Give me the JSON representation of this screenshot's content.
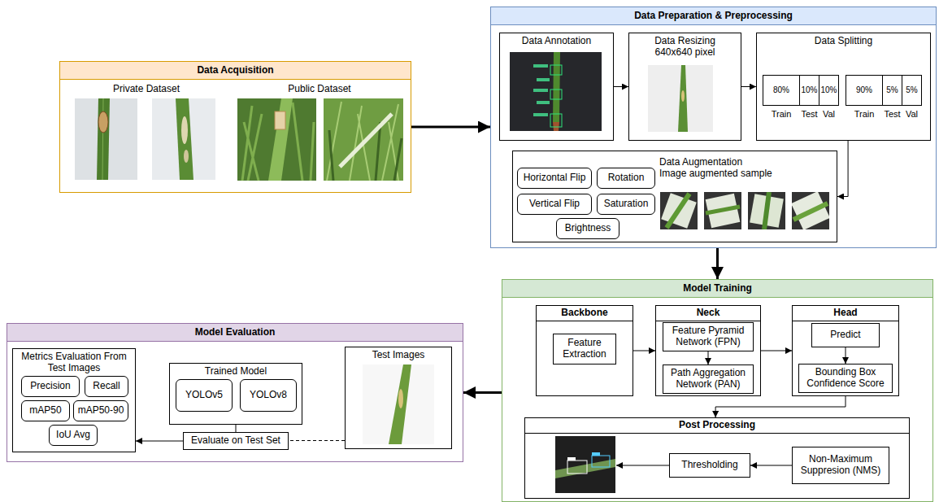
{
  "diagram": {
    "nodes": [
      {
        "text": [
          "Data Acquisition"
        ]
      },
      {
        "text": [
          "Data Preparation & Preprocessing"
        ]
      },
      {
        "text": [
          "Data Annotation"
        ],
        "in": 1
      },
      {
        "text": [
          "Data Resizing",
          "640x640 pixel"
        ],
        "in": 1
      },
      {
        "text": [
          "Data Splitting"
        ],
        "in": 1
      },
      {
        "text": [
          "80%"
        ],
        "in": 4
      },
      {
        "text": [
          "10%"
        ],
        "in": 4
      },
      {
        "text": [
          "10%"
        ],
        "in": 4
      },
      {
        "text": [
          "90%"
        ],
        "in": 4
      },
      {
        "text": [
          "5%"
        ],
        "in": 4
      },
      {
        "text": [
          "5%"
        ],
        "in": 4
      },
      {
        "text": [
          "Data Augmentation",
          "Image augmented sample"
        ],
        "in": 1
      },
      {
        "text": [
          "Horizontal Flip"
        ],
        "in": 11
      },
      {
        "text": [
          "Rotation"
        ],
        "in": 11
      },
      {
        "text": [
          "Vertical Flip"
        ],
        "in": 11
      },
      {
        "text": [
          "Saturation"
        ],
        "in": 11
      },
      {
        "text": [
          "Brightness"
        ],
        "in": 11
      },
      {
        "text": [
          "Model Training"
        ]
      },
      {
        "text": [
          "Backbone"
        ],
        "in": 17
      },
      {
        "text": [
          "Feature Extraction"
        ],
        "in": 18
      },
      {
        "text": [
          "Neck"
        ],
        "in": 17
      },
      {
        "text": [
          "Feature Pyramid Network (FPN)"
        ],
        "in": 20
      },
      {
        "text": [
          "Path Aggregation Network (PAN)"
        ],
        "in": 20
      },
      {
        "text": [
          "Head"
        ],
        "in": 17
      },
      {
        "text": [
          "Predict"
        ],
        "in": 23
      },
      {
        "text": [
          "Bounding Box Confidence Score"
        ],
        "in": 23
      },
      {
        "text": [
          "Post Processing"
        ],
        "in": 17
      },
      {
        "text": [
          "Thresholding"
        ],
        "in": 26
      },
      {
        "text": [
          "Non-Maximum Suppresion (NMS)"
        ],
        "in": 26
      },
      {
        "text": [
          "Model Evaluation"
        ]
      },
      {
        "text": [
          "Metrics Evaluation From Test Images"
        ],
        "in": 29
      },
      {
        "text": [
          "Precision"
        ],
        "in": 30
      },
      {
        "text": [
          "Recall"
        ],
        "in": 30
      },
      {
        "text": [
          "mAP50"
        ],
        "in": 30
      },
      {
        "text": [
          "mAP50-90"
        ],
        "in": 30
      },
      {
        "text": [
          "IoU Avg"
        ],
        "in": 30
      },
      {
        "text": [
          "Trained Model"
        ],
        "in": 29
      },
      {
        "text": [
          "YOLOv5"
        ],
        "in": 36
      },
      {
        "text": [
          "YOLOv8"
        ],
        "in": 36
      },
      {
        "text": [
          "Evaluate on Test Set"
        ],
        "in": 29
      },
      {
        "text": [
          "Test Images"
        ],
        "in": 29
      }
    ],
    "edges": [
      {
        "from": 0,
        "to": 1,
        "arrow": "to"
      },
      {
        "from": 2,
        "to": 3,
        "arrow": "to"
      },
      {
        "from": 3,
        "to": 4,
        "arrow": "to"
      },
      {
        "from": 4,
        "to": 11,
        "arrow": "to"
      },
      {
        "from": 1,
        "to": 17,
        "arrow": "to"
      },
      {
        "from": 18,
        "to": 20,
        "arrow": "to"
      },
      {
        "from": 20,
        "to": 23,
        "arrow": "to"
      },
      {
        "from": 21,
        "to": 22,
        "arrow": "to"
      },
      {
        "from": 24,
        "to": 25,
        "arrow": "to"
      },
      {
        "from": 23,
        "to": 26,
        "arrow": "to"
      },
      {
        "from": 28,
        "to": 27,
        "arrow": "to"
      },
      {
        "from": 17,
        "to": 29,
        "arrow": "to"
      },
      {
        "from": 36,
        "to": 39,
        "arrow": "none"
      },
      {
        "from": 40,
        "to": 39,
        "arrow": "none"
      },
      {
        "from": 39,
        "to": 30,
        "arrow": "to"
      }
    ],
    "labels": [
      "Private Dataset",
      "Public Dataset",
      "Train",
      "Test",
      "Val",
      "Train",
      "Test",
      "Val"
    ]
  }
}
